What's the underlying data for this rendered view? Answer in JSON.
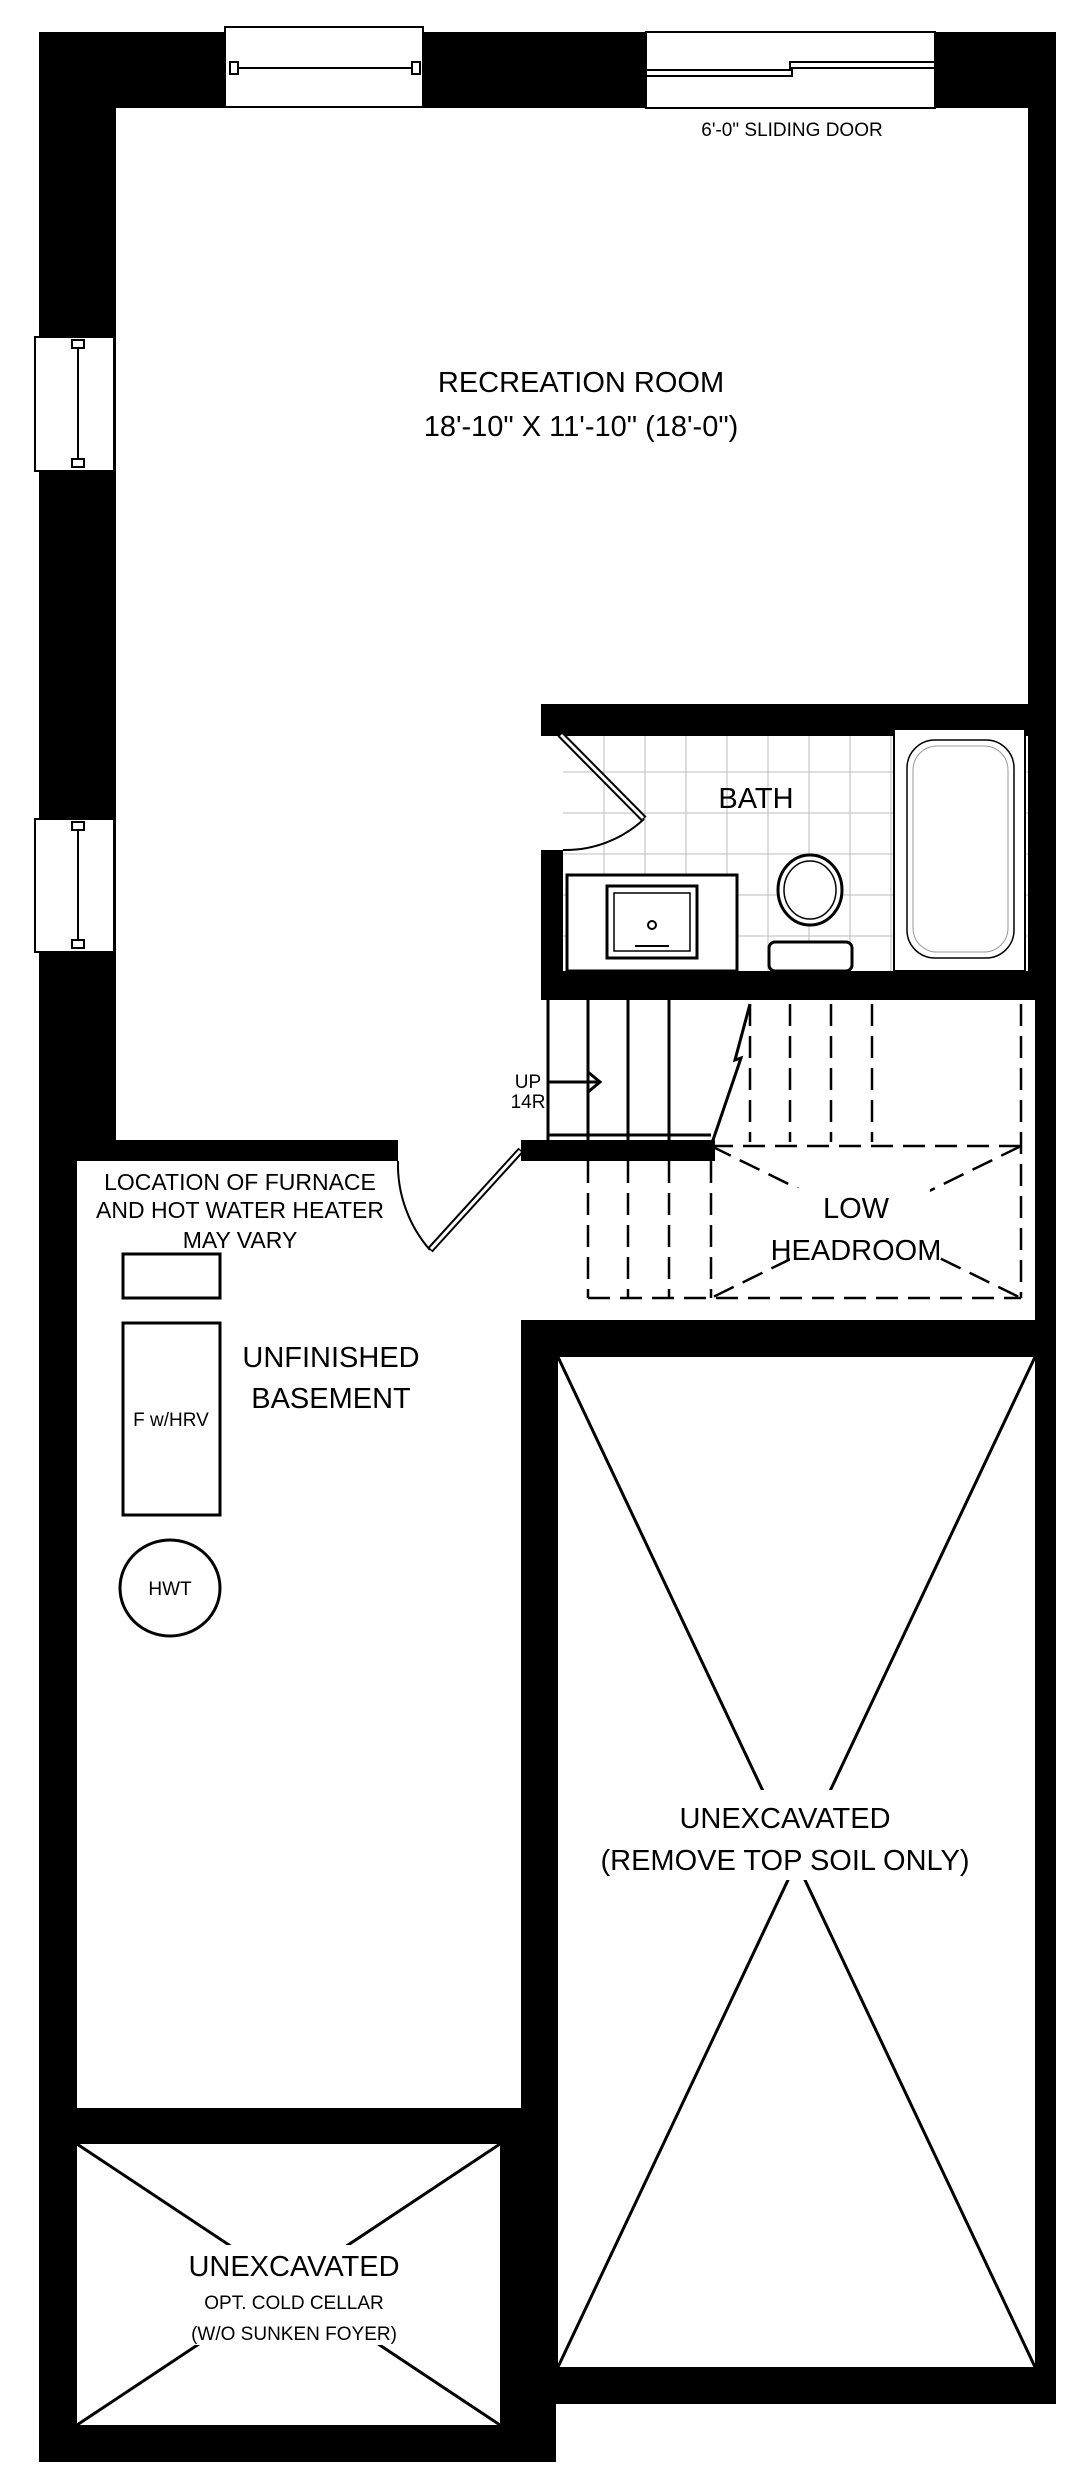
{
  "plan": {
    "sliding_door": "6'-0\" SLIDING DOOR",
    "recreation_room": {
      "name": "RECREATION ROOM",
      "dimensions": "18'-10\" X 11'-10\" (18'-0\")"
    },
    "bath": "BATH",
    "stairs": {
      "direction": "UP",
      "risers": "14R"
    },
    "low_headroom": {
      "line1": "LOW",
      "line2": "HEADROOM"
    },
    "furnace_note": {
      "line1": "LOCATION OF FURNACE",
      "line2": "AND HOT WATER HEATER",
      "line3": "MAY VARY"
    },
    "furnace_label": "F w/HRV",
    "hwt_label": "HWT",
    "unfinished_basement": {
      "line1": "UNFINISHED",
      "line2": "BASEMENT"
    },
    "unexcavated_main": {
      "line1": "UNEXCAVATED",
      "line2": "(REMOVE TOP SOIL ONLY)"
    },
    "cold_cellar": {
      "line1": "UNEXCAVATED",
      "line2": "OPT. COLD CELLAR",
      "line3": "(W/O SUNKEN FOYER)"
    }
  }
}
